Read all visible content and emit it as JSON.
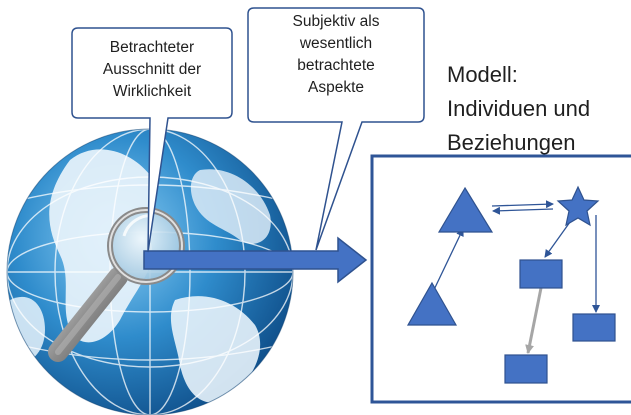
{
  "callouts": {
    "left": {
      "line1": "Betrachteter",
      "line2": "Ausschnitt der",
      "line3": "Wirklichkeit"
    },
    "right": {
      "line1": "Subjektiv als",
      "line2": "wesentlich",
      "line3": "betrachtete",
      "line4": "Aspekte"
    }
  },
  "model": {
    "line1": "Modell:",
    "line2": "Individuen und",
    "line3": "Beziehungen"
  },
  "colors": {
    "accent": "#4472c4",
    "outline": "#2f528f",
    "callout_border": "#2f528f",
    "grey_arrow": "#a6a6a6",
    "globe_ocean": "#2e86c6",
    "globe_land": "#e8f3fb"
  },
  "icons": {
    "globe": "globe-icon",
    "magnifier": "magnifying-glass-icon"
  }
}
